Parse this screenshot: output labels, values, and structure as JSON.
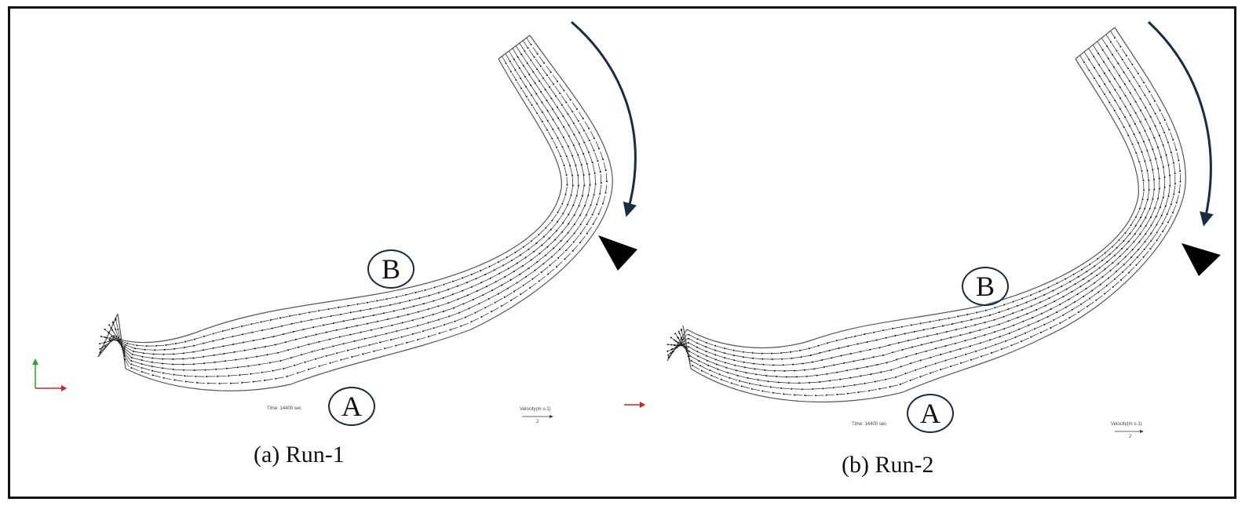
{
  "panels": [
    {
      "caption": "(a) Run-1",
      "markers": [
        "A",
        "B"
      ],
      "time_label": "Time: 14400 sec",
      "velocity_label": "Velocity(m s-1)",
      "velocity_ref": "2"
    },
    {
      "caption": "(b) Run-2",
      "markers": [
        "A",
        "B"
      ],
      "time_label": "Time: 14400 sec",
      "velocity_label": "Velocity(m s-1)",
      "velocity_ref": "2"
    }
  ],
  "colors": {
    "frame": "#111111",
    "channel_outline": "#555555",
    "vectors": "#222222",
    "flow_arrow": "#1a2c40",
    "marker_ring": "#1c2b3a",
    "axis_x": "#d22222",
    "axis_y": "#22aa22"
  }
}
